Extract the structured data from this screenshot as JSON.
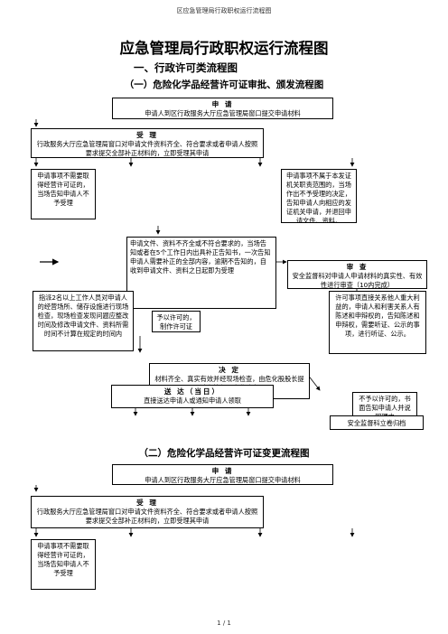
{
  "page_header": "区应急管理局行政职权运行流程图",
  "title": "应急管理局行政职权运行流程图",
  "subtitle": "一、行政许可类流程图",
  "section1": {
    "heading": "（一）危险化学品经营许可证审批、颁发流程图",
    "apply": {
      "head": "申 请",
      "text": "申请人到区行政服务大厅应急管理局窗口提交申请材料"
    },
    "accept": {
      "head": "受 理",
      "line1": "行政服务大厅应急管理局窗口对申请文件资料齐全、符合要求或者申请人按照",
      "line2": "要求提交全部补正材料的，立即受理其申请"
    },
    "no_permit_needed": "申请事项不需要取得经营许可证的，当场告知申请人不予受理",
    "not_in_scope": "申请事项不属于本发证机关职责范围的，当场作出不予受理的决定，告知申请人向相应的发证机关申请，并退回申请文件、资料。",
    "incomplete": "申请文件、资料不齐全或不符合要求的，当场告知或者在5个工作日内出具补正告知书，一次告知申请人需要补正的全部内容，逾期不告知的，自收到申请文件、资料之日起即为受理",
    "review": {
      "head": "审 查",
      "text": "安全监督科对申请人申请材料的真实性、有效性进行审查（10内完成）"
    },
    "assign": "指派2名以上工作人员对申请人的经营场所、储存设施进行现场检查，现场检查发现问题应整改时间及修改申请文件、资料所需时间不计算在规定的时间内",
    "hearing": "许可事项直接关系他人重大利益的，申请人和利害关系人有陈述和申辩权的，告知陈述和申辩权，需要听证、公示的事项，进行听证、公示。",
    "grant_note": "予以许可的，制作许可证",
    "decision": {
      "head": "决 定",
      "text": "材料齐全、真实有效并经现场检查，由危化股股长提请主管领导审鉴决定"
    },
    "deny": "不予以许可的，书面告知申请人并说明理由",
    "deliver": {
      "head": "送 达（当日）",
      "text": "直接送达申请人或通知申请人领取"
    },
    "archive": "安全监督科立卷归档"
  },
  "section2": {
    "heading": "（二）危险化学品经营许可证变更流程图",
    "apply": {
      "head": "申 请",
      "text": "申请人到区行政服务大厅应急管理局窗口提交申请材料"
    },
    "accept": {
      "head": "受 理",
      "line1": "行政服务大厅应急管理局窗口对申请文件资料齐全、符合要求或者申请人按照",
      "line2": "要求提交全部补正材料的，立即受理其申请"
    },
    "no_permit_needed": "申请事项不需要取得经营许可证的，当场告知申请人不予受理"
  },
  "footer": "1 / 1"
}
